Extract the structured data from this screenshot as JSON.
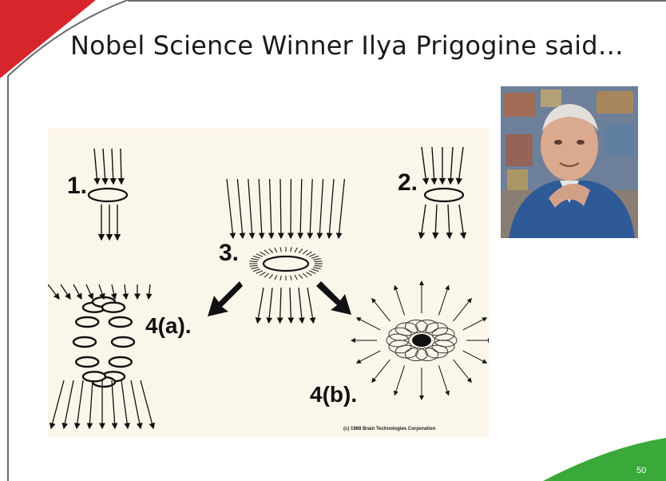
{
  "slide": {
    "title": "Nobel Science Winner Ilya Prigogine said…",
    "slide_number": "50",
    "accent_colors": {
      "top_left_triangle": "#d7262b",
      "bottom_right_wedge": "#39a93a",
      "border": "#6b6b6b"
    }
  },
  "diagram": {
    "labels": {
      "stage_1": "1.",
      "stage_2": "2.",
      "stage_3": "3.",
      "stage_4a": "4(a).",
      "stage_4b": "4(b)."
    },
    "copyright": "(c) 1988 Brain Technologies Corporation"
  },
  "portrait": {
    "icon": "person-photo"
  }
}
